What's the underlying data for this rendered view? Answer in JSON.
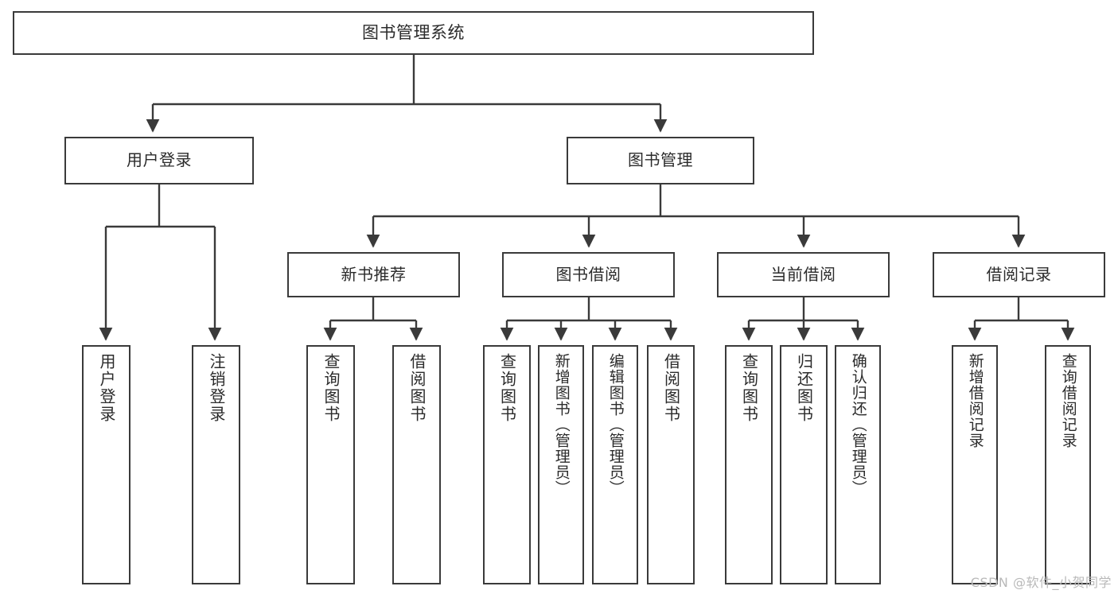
{
  "diagram": {
    "title": "图书管理系统",
    "type": "tree",
    "stroke_color": "#3a3a3a",
    "fill_color": "#ffffff",
    "text_color": "#2b2b2b",
    "root": {
      "label": "图书管理系统"
    },
    "level1": [
      {
        "label": "用户登录"
      },
      {
        "label": "图书管理"
      }
    ],
    "level2": [
      {
        "label": "新书推荐"
      },
      {
        "label": "图书借阅"
      },
      {
        "label": "当前借阅"
      },
      {
        "label": "借阅记录"
      }
    ],
    "leaves": [
      {
        "label": "用户登录",
        "parent": "用户登录"
      },
      {
        "label": "注销登录",
        "parent": "用户登录"
      },
      {
        "label": "查询图书",
        "parent": "新书推荐"
      },
      {
        "label": "借阅图书",
        "parent": "新书推荐"
      },
      {
        "label": "查询图书",
        "parent": "图书借阅"
      },
      {
        "label": "新增图书（管理员）",
        "parent": "图书借阅"
      },
      {
        "label": "编辑图书（管理员）",
        "parent": "图书借阅"
      },
      {
        "label": "借阅图书",
        "parent": "图书借阅"
      },
      {
        "label": "查询图书",
        "parent": "当前借阅"
      },
      {
        "label": "归还图书",
        "parent": "当前借阅"
      },
      {
        "label": "确认归还（管理员）",
        "parent": "当前借阅"
      },
      {
        "label": "新增借阅记录",
        "parent": "借阅记录"
      },
      {
        "label": "查询借阅记录",
        "parent": "借阅记录"
      }
    ]
  },
  "watermark": {
    "text": "CSDN @软件_小贺同学",
    "color": "#b9b9b9"
  }
}
